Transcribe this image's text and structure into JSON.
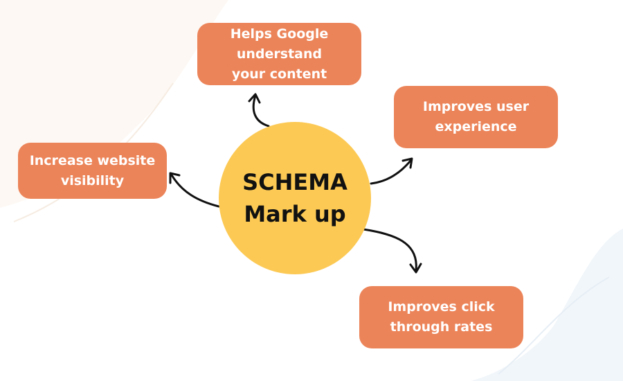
{
  "center": {
    "label": "SCHEMA\nMark up"
  },
  "benefits": [
    {
      "label": "Helps Google\nunderstand\nyour content"
    },
    {
      "label": "Improves user\nexperience"
    },
    {
      "label": "Increase website\nvisibility"
    },
    {
      "label": "Improves click\nthrough rates"
    }
  ],
  "colors": {
    "box": "#ec8459",
    "center": "#fcc954",
    "arrow": "#111111",
    "blob_left": "#fdf8f3",
    "blob_right": "#f1f6fa"
  }
}
